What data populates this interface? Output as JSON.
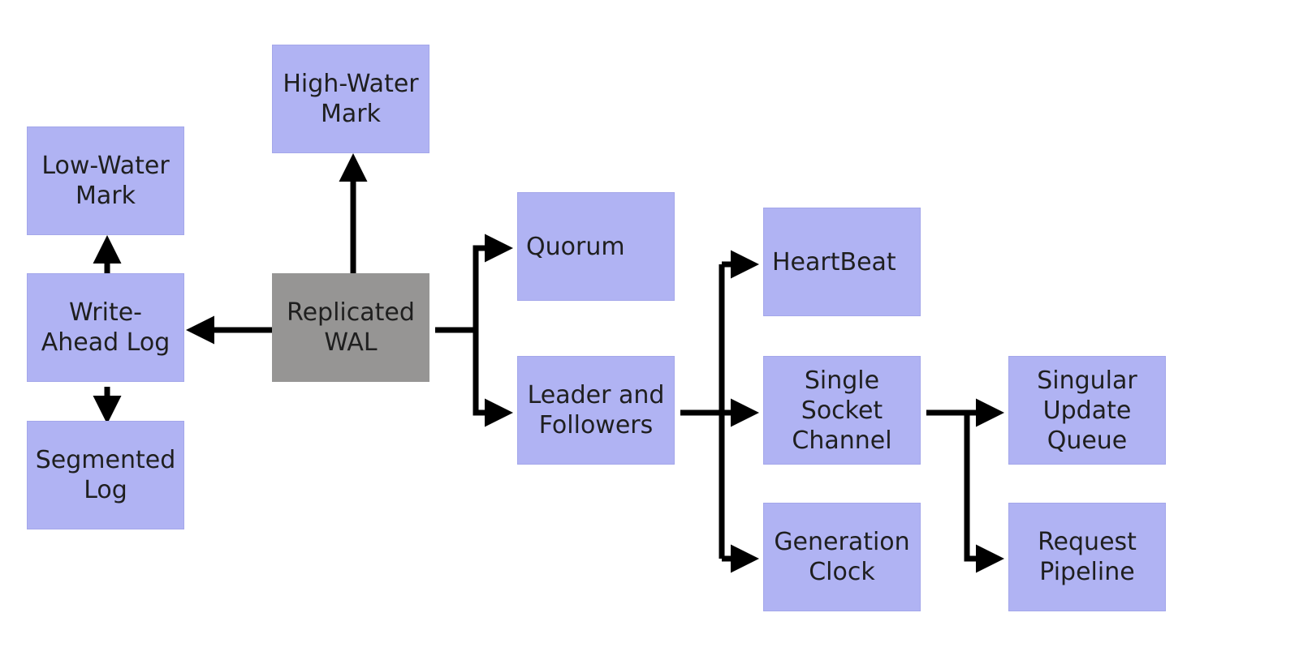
{
  "colors": {
    "node_fill": "#b0b3f3",
    "central_node_fill": "#969594",
    "edge": "#000000"
  },
  "nodes": {
    "high_water_mark": "High-Water\nMark",
    "low_water_mark": "Low-Water\nMark",
    "write_ahead_log": "Write-\nAhead Log",
    "segmented_log": "Segmented\nLog",
    "replicated_wal": "Replicated\nWAL",
    "quorum": "Quorum",
    "leader_and_followers": "Leader and\nFollowers",
    "heartbeat": "HeartBeat",
    "single_socket_channel": "Single\nSocket\nChannel",
    "generation_clock": "Generation\nClock",
    "singular_update_queue": "Singular\nUpdate\nQueue",
    "request_pipeline": "Request\nPipeline"
  },
  "edges": [
    {
      "from": "replicated_wal",
      "to": "high_water_mark"
    },
    {
      "from": "replicated_wal",
      "to": "write_ahead_log"
    },
    {
      "from": "write_ahead_log",
      "to": "low_water_mark"
    },
    {
      "from": "write_ahead_log",
      "to": "segmented_log"
    },
    {
      "from": "replicated_wal",
      "to": "quorum"
    },
    {
      "from": "replicated_wal",
      "to": "leader_and_followers"
    },
    {
      "from": "leader_and_followers",
      "to": "heartbeat"
    },
    {
      "from": "leader_and_followers",
      "to": "single_socket_channel"
    },
    {
      "from": "leader_and_followers",
      "to": "generation_clock"
    },
    {
      "from": "single_socket_channel",
      "to": "singular_update_queue"
    },
    {
      "from": "single_socket_channel",
      "to": "request_pipeline"
    }
  ]
}
